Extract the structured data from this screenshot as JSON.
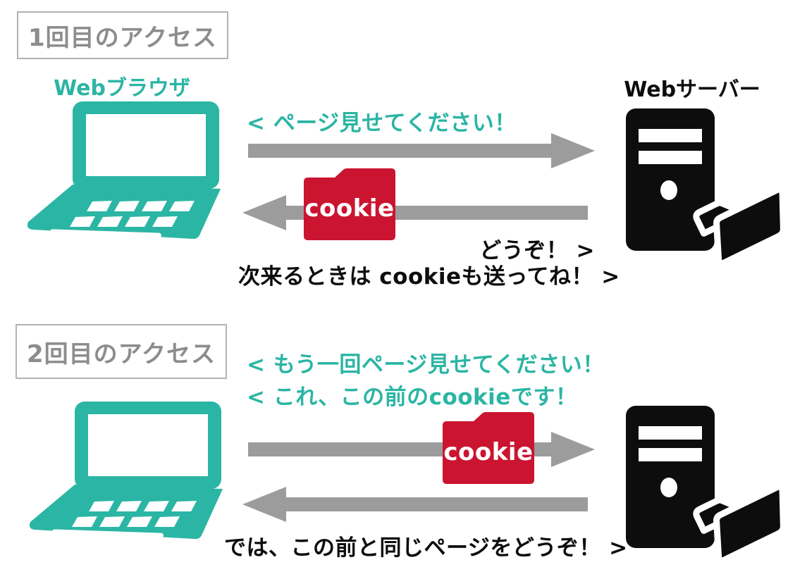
{
  "colors": {
    "teal": "#2bb5a4",
    "red": "#cb1430",
    "arrow-gray": "#9c9c9c",
    "badge-gray": "#8d8d8d",
    "border-gray": "#b3b3b3",
    "ink": "#0d0d0d"
  },
  "section1": {
    "badge": "1回目のアクセス",
    "browser_label": "Webブラウザ",
    "server_label": "Webサーバー",
    "request_message": "< ページ見せてください！",
    "cookie_label": "cookie",
    "response_line1": "どうぞ！ >",
    "response_line2": "次来るときは cookieも送ってね！ >"
  },
  "section2": {
    "badge": "2回目のアクセス",
    "request_message1": "< もう一回ページ見せてください！",
    "request_message2": "< これ、この前のcookieです！",
    "cookie_label": "cookie",
    "response_line": "では、この前と同じページをどうぞ！ >"
  }
}
